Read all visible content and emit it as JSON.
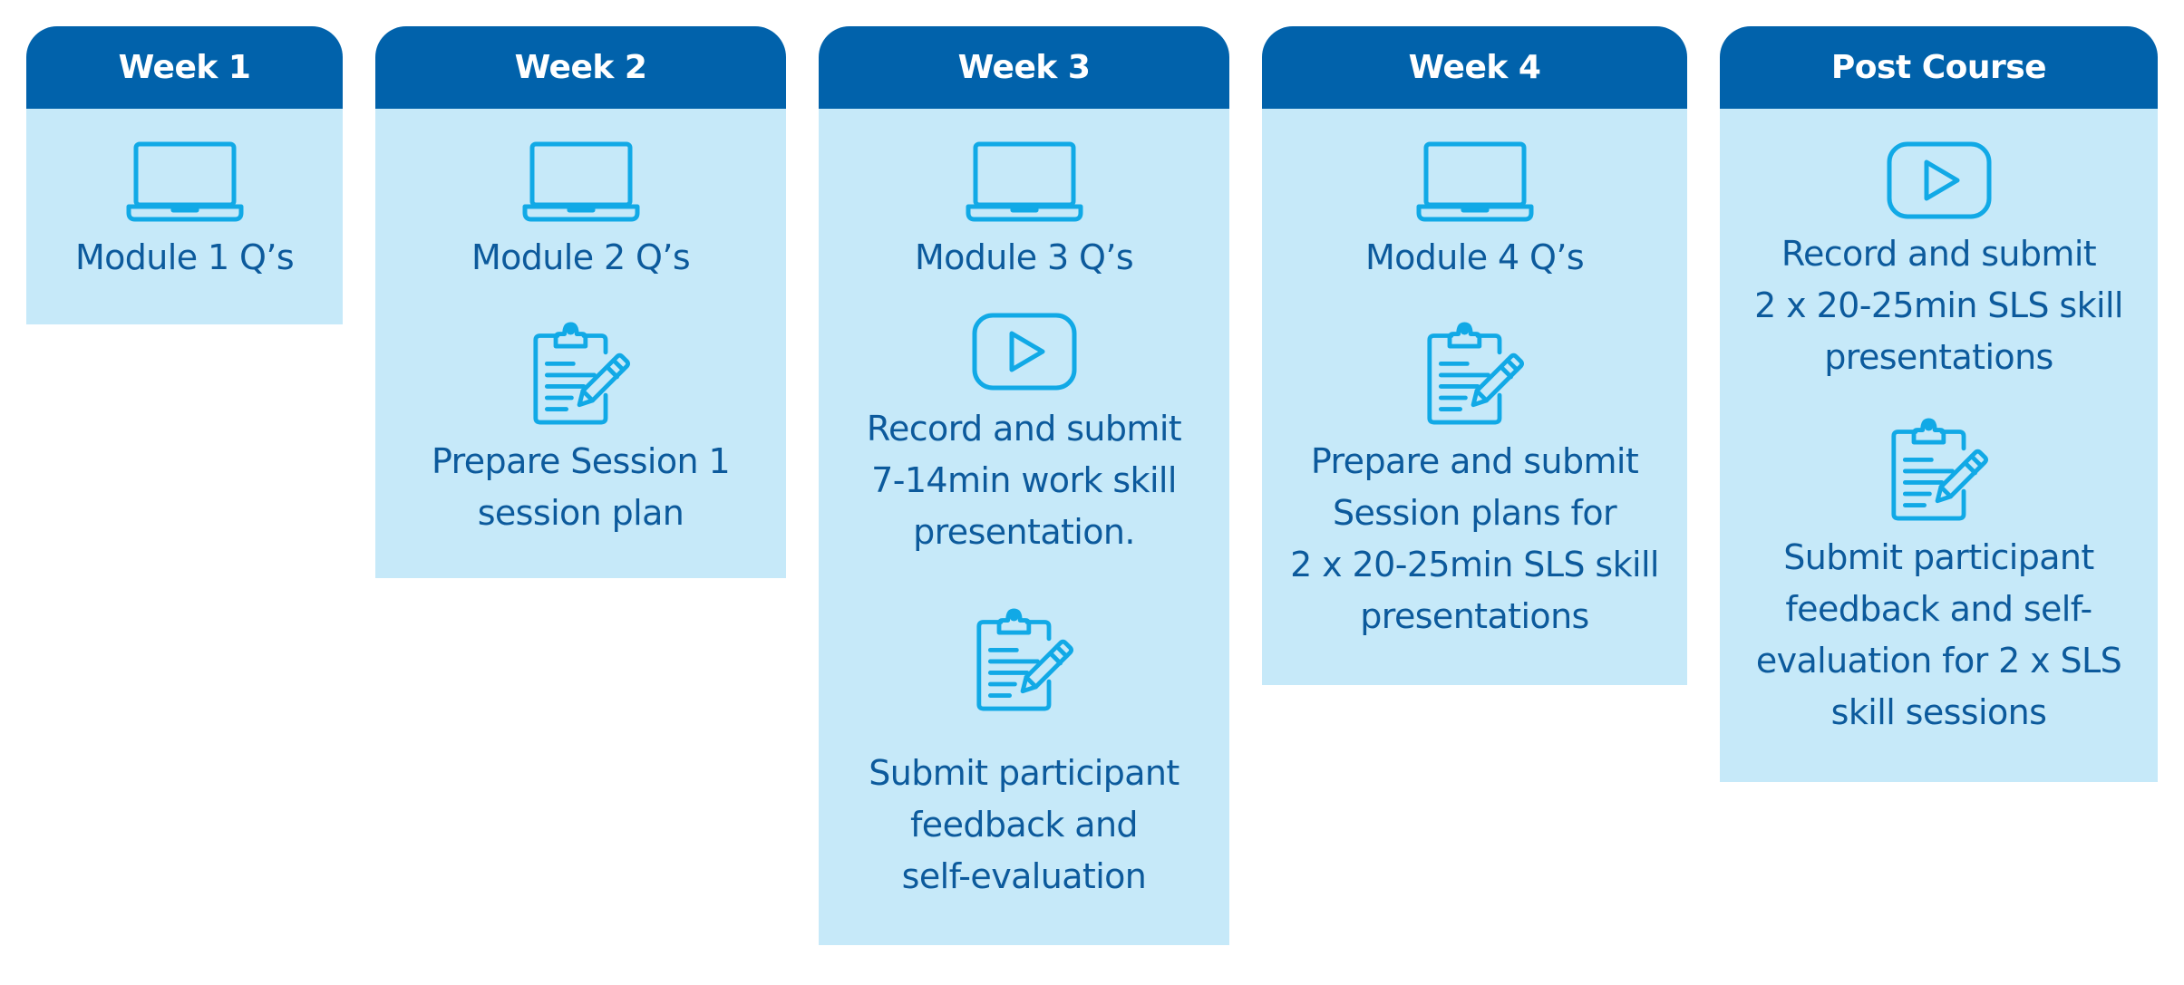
{
  "columns": [
    {
      "header": "Week 1",
      "items": [
        {
          "icon": "laptop-icon",
          "text": "Module 1 Q’s"
        }
      ]
    },
    {
      "header": "Week 2",
      "items": [
        {
          "icon": "laptop-icon",
          "text": "Module 2 Q’s"
        },
        {
          "icon": "clipboard-pencil-icon",
          "text": "Prepare Session 1\nsession plan"
        }
      ]
    },
    {
      "header": "Week 3",
      "items": [
        {
          "icon": "laptop-icon",
          "text": "Module 3 Q’s"
        },
        {
          "icon": "video-play-icon",
          "text": "Record and submit\n7-14min work skill\npresentation."
        },
        {
          "icon": "clipboard-pencil-icon",
          "text": "Submit participant\nfeedback and\nself-evaluation"
        }
      ]
    },
    {
      "header": "Week 4",
      "items": [
        {
          "icon": "laptop-icon",
          "text": "Module 4 Q’s"
        },
        {
          "icon": "clipboard-pencil-icon",
          "text": "Prepare and submit\nSession plans for\n2 x 20-25min SLS skill\npresentations"
        }
      ]
    },
    {
      "header": "Post Course",
      "items": [
        {
          "icon": "video-play-icon",
          "text": "Record and submit\n2 x 20-25min SLS skill\npresentations"
        },
        {
          "icon": "clipboard-pencil-icon",
          "text": "Submit participant\nfeedback and self-\nevaluation for 2 x SLS\nskill sessions"
        }
      ]
    }
  ],
  "colors": {
    "header_bg": "#0162ab",
    "body_bg": "#c6e9f9",
    "text": "#0c5a9c",
    "icon": "#11a9e6"
  }
}
